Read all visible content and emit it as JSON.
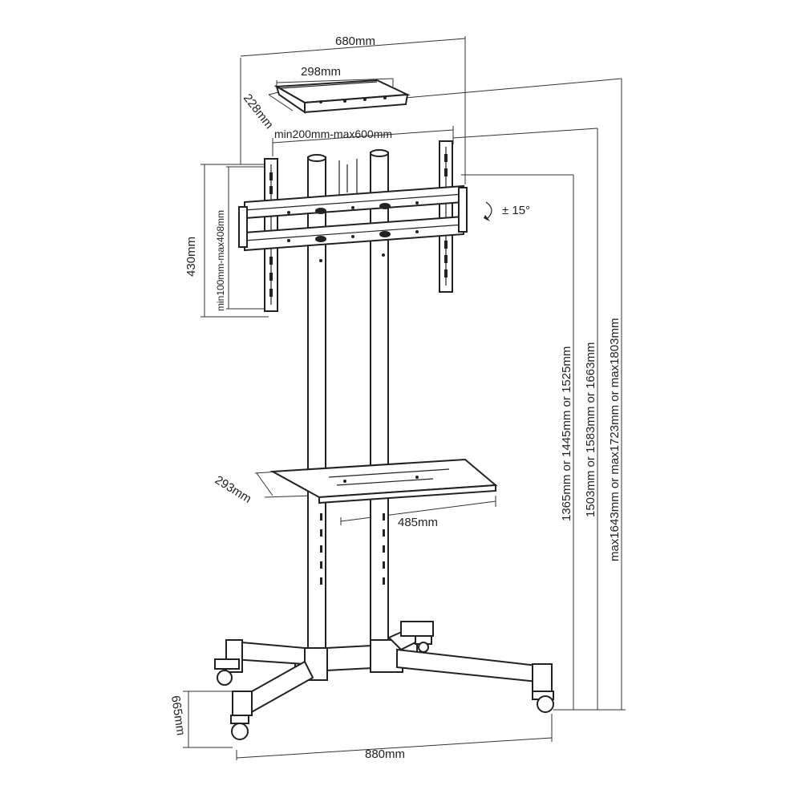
{
  "colors": {
    "line": "#222222",
    "background": "#ffffff"
  },
  "dimensions": {
    "overall_width": "680mm",
    "top_plate_width": "298mm",
    "top_plate_depth": "228mm",
    "vesa_horizontal": "min200mm-max600mm",
    "bracket_height": "430mm",
    "vesa_vertical": "min100mm-max408mm",
    "tilt": "± 15°",
    "height_option_1": "1365mm or 1445mm or 1525mm",
    "height_option_2": "1503mm or 1583mm or 1663mm",
    "height_option_3": "max1643mm or max1723mm or max1803mm",
    "shelf_depth": "293mm",
    "shelf_width": "485mm",
    "base_depth": "665mm",
    "base_width": "880mm"
  }
}
